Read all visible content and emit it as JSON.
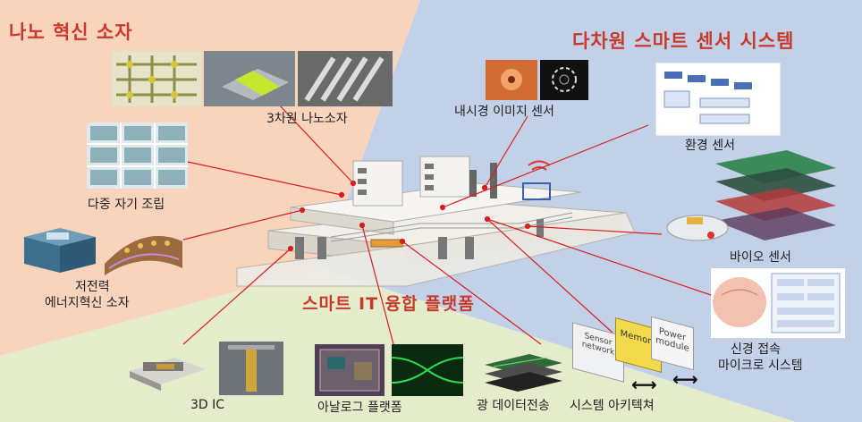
{
  "regions": {
    "nano": {
      "title": "나노 혁신 소자",
      "color": "#f9d4bd"
    },
    "sensor": {
      "title": "다차원 스마트 센서 시스템",
      "color": "#c3d1e8"
    },
    "platform": {
      "color": "#e4eccb"
    }
  },
  "center": {
    "title": "스마트 IT 융합 플랫폼"
  },
  "title_color": "#c8392b",
  "leader_color": "#d81e1e",
  "items": {
    "nano3d": {
      "label": "3차원 나노소자"
    },
    "selfassembly": {
      "label": "다중 자기 조립"
    },
    "lowpower": {
      "line1": "저전력",
      "line2": "에너지혁신 소자"
    },
    "endoscope": {
      "label": "내시경 이미지 센서"
    },
    "env": {
      "label": "환경 센서"
    },
    "bio": {
      "label": "바이오 센서"
    },
    "neural": {
      "line1": "신경 접속",
      "line2": "마이크로 시스템"
    },
    "ic3d": {
      "label": "3D IC"
    },
    "analog": {
      "label": "아날로그 플랫폼"
    },
    "optical": {
      "label": "광 데이터전송"
    },
    "arch": {
      "label": "시스템 아키텍쳐"
    }
  },
  "modules": {
    "sensor": "Sensor network",
    "memory": "Memory",
    "power": "Power module"
  }
}
